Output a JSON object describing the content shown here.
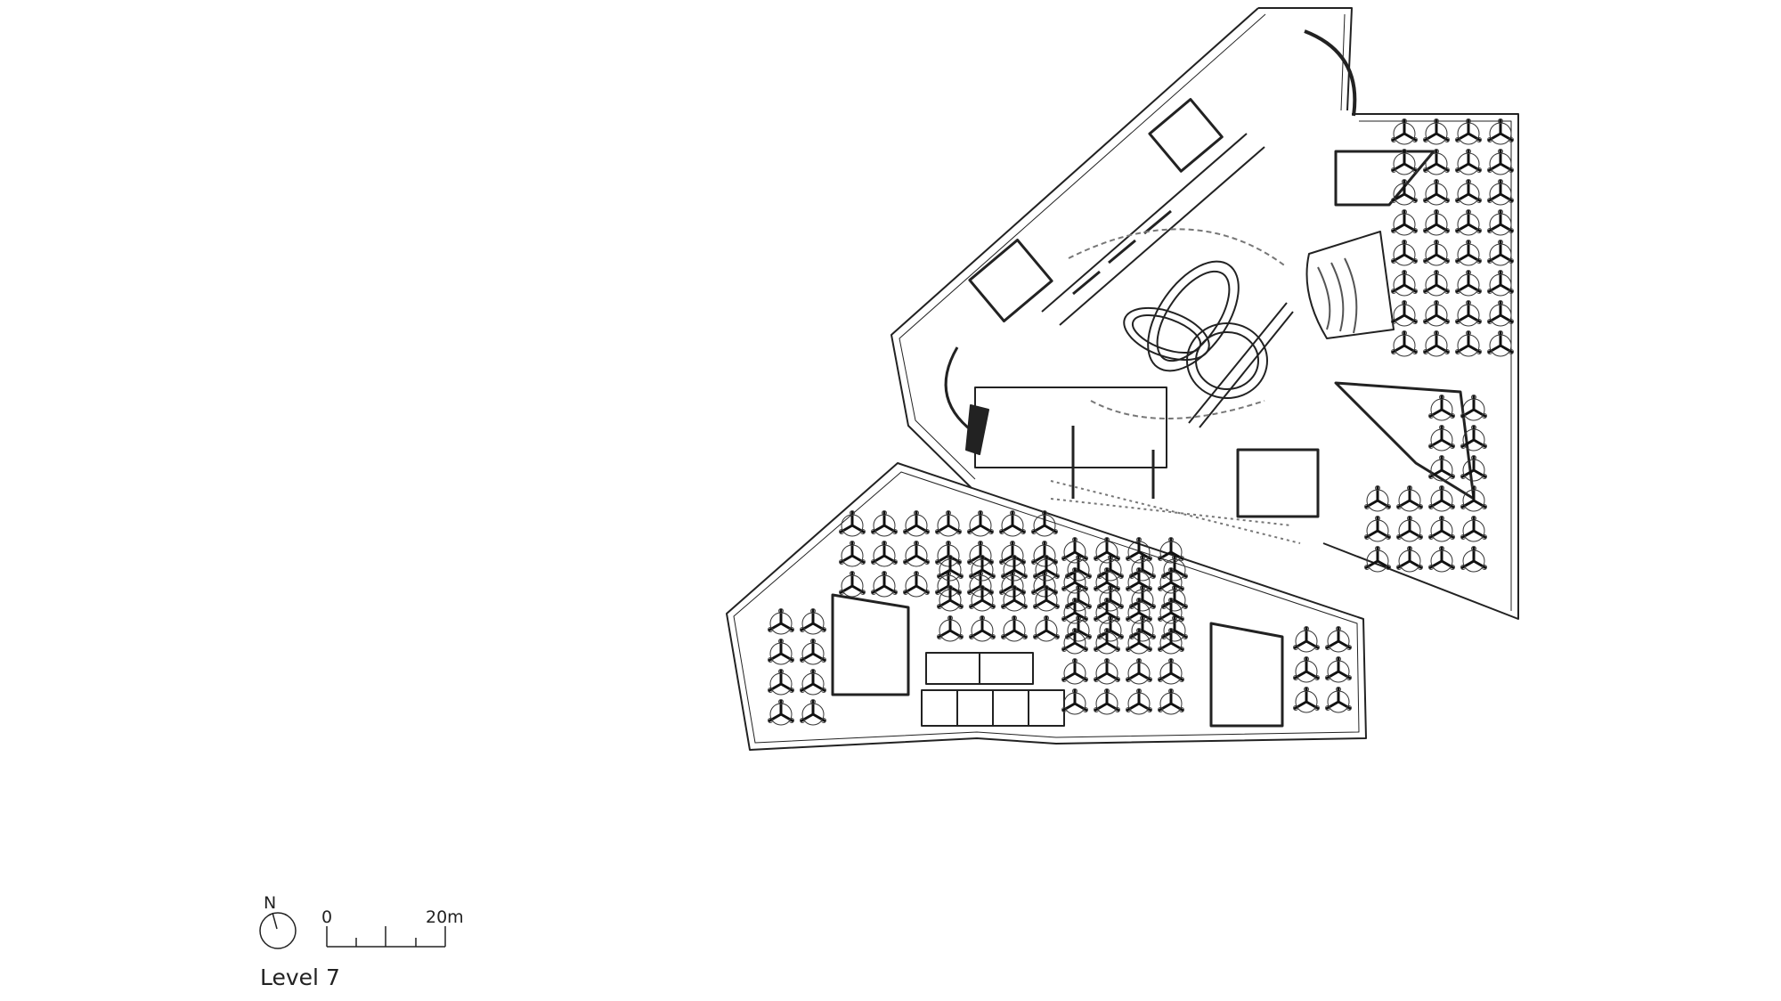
{
  "drawing": {
    "title": "Level 7",
    "north_label": "N",
    "scale": {
      "start_label": "0",
      "end_label": "20m",
      "length_m": 20,
      "divisions": 4
    }
  },
  "colors": {
    "line": "#222222",
    "background": "#ffffff",
    "fill_dark": "#111111"
  }
}
